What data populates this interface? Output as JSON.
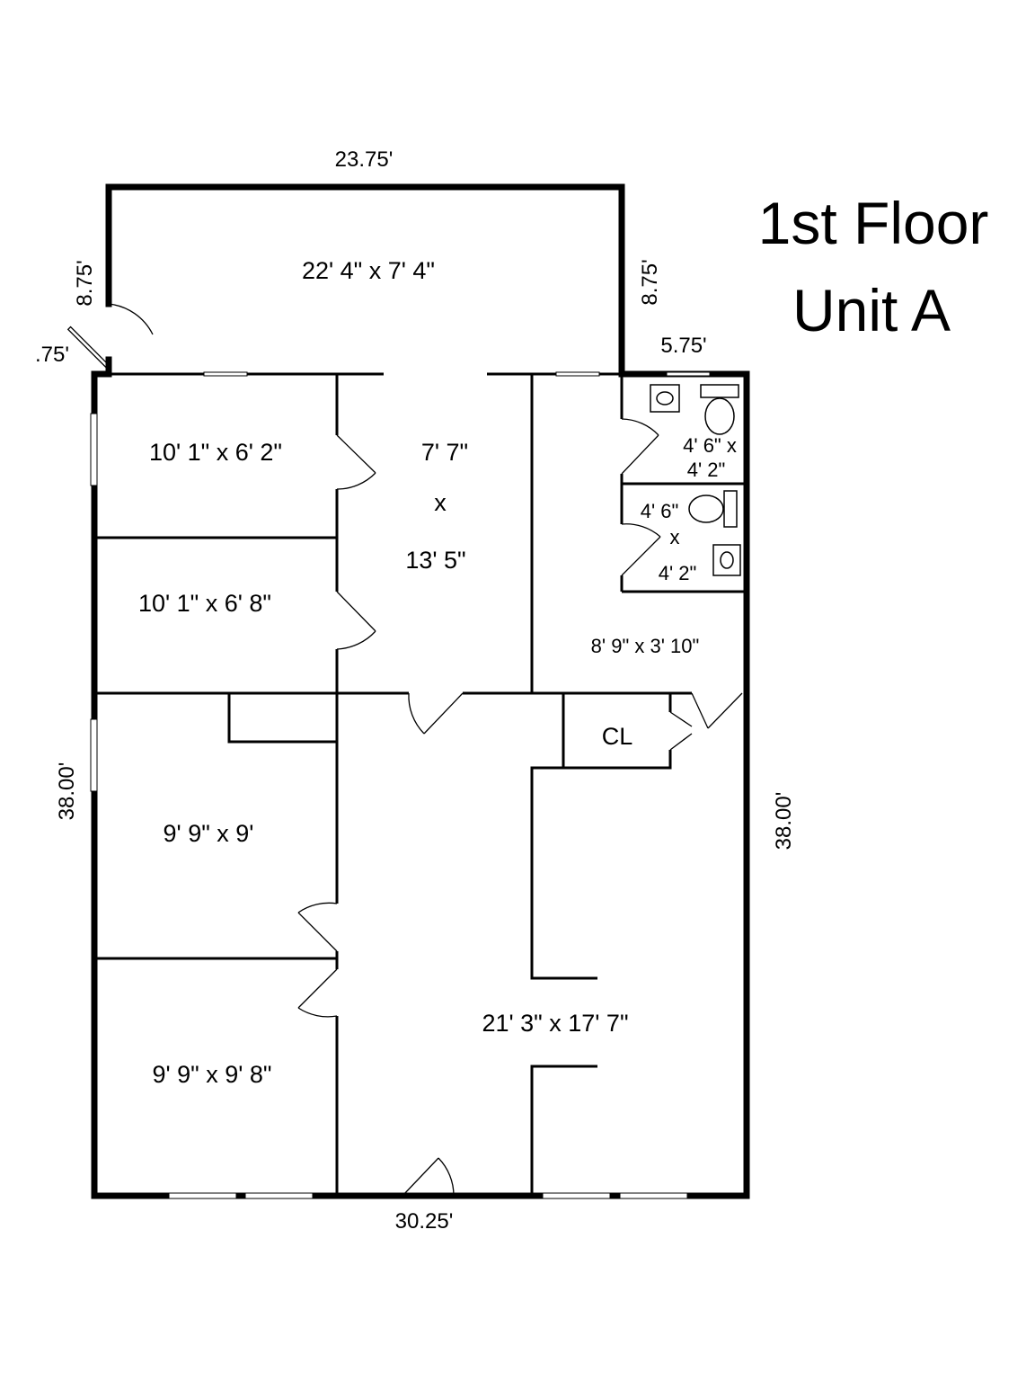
{
  "title": {
    "line1": "1st Floor",
    "line2": "Unit A"
  },
  "dimensions": {
    "top_width": "23.75'",
    "left_upper_height": "8.75'",
    "right_upper_height": "8.75'",
    "left_offset": ".75'",
    "right_offset": "5.75'",
    "left_height": "38.00'",
    "right_height": "38.00'",
    "bottom_width": "30.25'"
  },
  "rooms": {
    "porch": "22' 4\" x 7' 4\"",
    "bedroom_1": "10' 1\" x 6' 2\"",
    "bedroom_2": "10' 1\" x 6' 8\"",
    "hall_line1": "7' 7\"",
    "hall_line2": "x",
    "hall_line3": "13' 5\"",
    "bath_1_line1": "4' 6\" x",
    "bath_1_line2": "4' 2\"",
    "bath_2_line1": "4' 6\"",
    "bath_2_line2": "x",
    "bath_2_line3": "4' 2\"",
    "kitchen": "8' 9\" x 3' 10\"",
    "closet": "CL",
    "room_3": "9' 9\" x 9'",
    "room_4": "9' 9\" x 9' 8\"",
    "living": "21' 3\" x 17' 7\""
  }
}
